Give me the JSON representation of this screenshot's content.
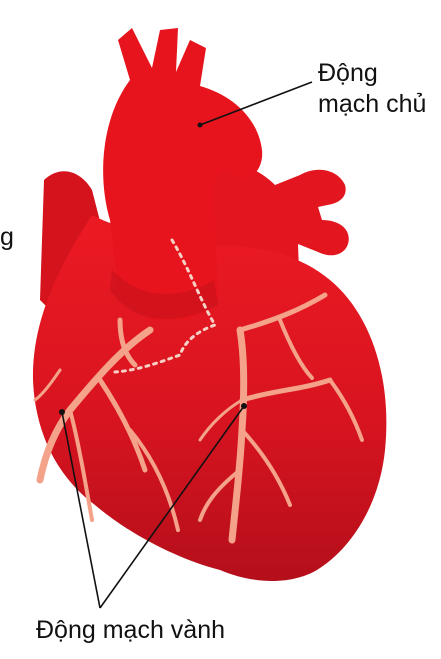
{
  "labels": {
    "aorta_line1": "Động",
    "aorta_line2": "mạch chủ",
    "cut_fragment": "g",
    "coronary": "Động mạch vành"
  },
  "colors": {
    "heart_red": "#e8141d",
    "heart_dark": "#b8101b",
    "vessel": "#f4a28a",
    "pointer_line": "#111111"
  }
}
